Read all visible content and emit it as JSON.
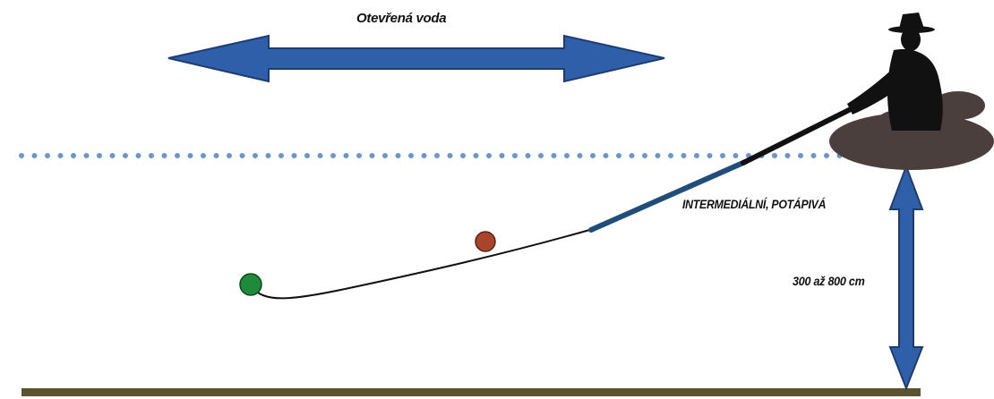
{
  "labels": {
    "open_water": "Otevřená voda",
    "line_type": "INTERMEDIÁLNÍ, POTÁPIVÁ",
    "depth": "300 až 800 cm"
  },
  "colors": {
    "arrow_blue": "#2f5fa8",
    "arrow_outline": "#1c3d73",
    "water_dots": "#6b96c8",
    "fly_line": "#1f4e7a",
    "fly_orange": "#a8452a",
    "fly_green": "#1f8a3b",
    "bottom": "#5b5232",
    "boat": "#4a3f3d",
    "silhouette": "#111111"
  },
  "icons": [
    "double-arrow-horizontal",
    "double-arrow-vertical",
    "fisherman-silhouette",
    "float-tube-boat",
    "fly-orange",
    "fly-green"
  ]
}
